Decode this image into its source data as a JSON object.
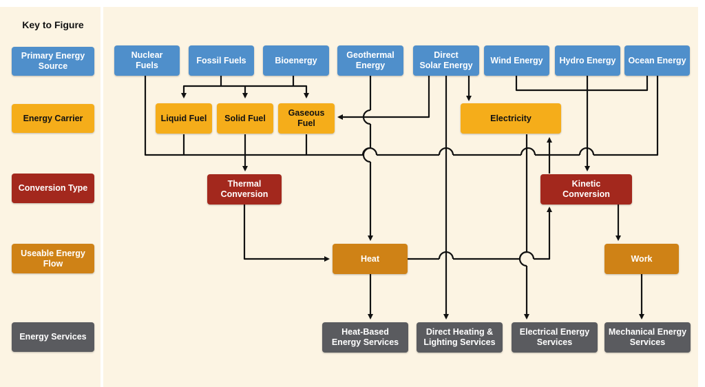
{
  "key": {
    "title": "Key to Figure",
    "items": [
      {
        "label": "Primary Energy\nSource",
        "color": "blue"
      },
      {
        "label": "Energy Carrier",
        "color": "yellow"
      },
      {
        "label": "Conversion Type",
        "color": "red"
      },
      {
        "label": "Useable Energy\nFlow",
        "color": "orange"
      },
      {
        "label": "Energy Services",
        "color": "gray"
      }
    ]
  },
  "colors": {
    "primary": "#4f8fcb",
    "carrier": "#f5ad1a",
    "conversion": "#a3281d",
    "flow": "#cf8216",
    "services": "#5a5b5f",
    "panel": "#fcf4e3"
  },
  "primary_sources": {
    "nuclear": "Nuclear\nFuels",
    "fossil": "Fossil Fuels",
    "bio": "Bioenergy",
    "geo": "Geothermal\nEnergy",
    "solar": "Direct\nSolar Energy",
    "wind": "Wind Energy",
    "hydro": "Hydro Energy",
    "ocean": "Ocean Energy"
  },
  "carriers": {
    "liquid": "Liquid Fuel",
    "solid": "Solid Fuel",
    "gaseous": "Gaseous\nFuel",
    "electricity": "Electricity"
  },
  "conversion": {
    "thermal": "Thermal\nConversion",
    "kinetic": "Kinetic\nConversion"
  },
  "flows": {
    "heat": "Heat",
    "work": "Work"
  },
  "services": {
    "heat_based": "Heat-Based\nEnergy Services",
    "direct": "Direct Heating &\nLighting Services",
    "electrical": "Electrical Energy\nServices",
    "mechanical": "Mechanical Energy\nServices"
  }
}
